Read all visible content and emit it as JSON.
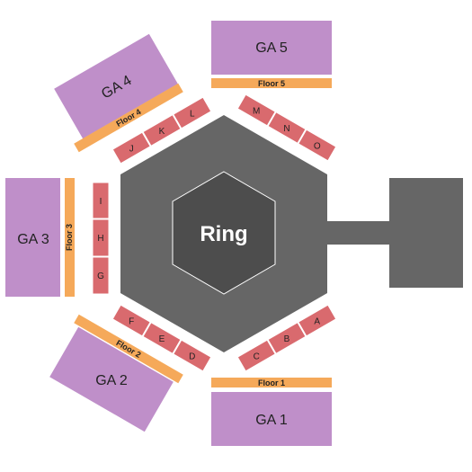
{
  "colors": {
    "ga": "#bf8fc9",
    "floor": "#f5a95a",
    "section": "#d96a6e",
    "hex_outer": "#666666",
    "hex_inner": "#4d4d4d",
    "walkway": "#666666"
  },
  "ring": {
    "label": "Ring"
  },
  "ga": {
    "ga1": "GA 1",
    "ga2": "GA 2",
    "ga3": "GA 3",
    "ga4": "GA 4",
    "ga5": "GA 5"
  },
  "floor": {
    "f1": "Floor 1",
    "f2": "Floor 2",
    "f3": "Floor 3",
    "f4": "Floor 4",
    "f5": "Floor 5"
  },
  "sections": {
    "A": "A",
    "B": "B",
    "C": "C",
    "D": "D",
    "E": "E",
    "F": "F",
    "G": "G",
    "H": "H",
    "I": "I",
    "J": "J",
    "K": "K",
    "L": "L",
    "M": "M",
    "N": "N",
    "O": "O"
  }
}
